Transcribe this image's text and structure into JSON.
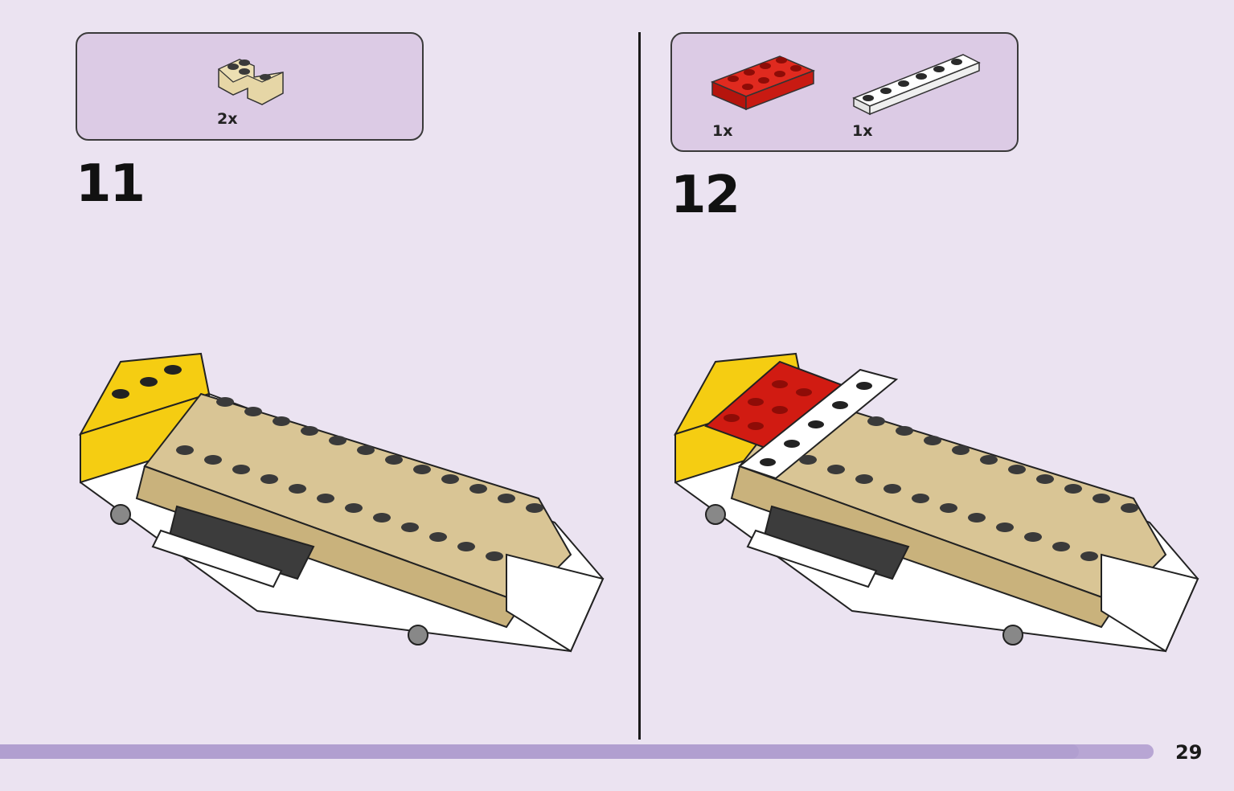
{
  "steps": [
    {
      "number": "11",
      "parts": [
        {
          "name": "tan corner brick",
          "qty": "2x"
        }
      ]
    },
    {
      "number": "12",
      "parts": [
        {
          "name": "red plate 2x4",
          "qty": "1x"
        },
        {
          "name": "white plate 1x6",
          "qty": "1x"
        }
      ]
    }
  ],
  "page": {
    "number": "29",
    "progress": 0.935
  },
  "colors": {
    "background": "#ebe3f1",
    "parts_box": "#dccbe5",
    "progress_bar": "#b19fd0",
    "tan": "#d9c595",
    "yellow": "#f5cd12",
    "red": "#d11b12",
    "white": "#ffffff",
    "dark_gray": "#3c3c3c"
  },
  "icons": [
    "tan-corner-brick-icon",
    "red-plate-icon",
    "white-plate-icon",
    "build-model-illustration"
  ]
}
